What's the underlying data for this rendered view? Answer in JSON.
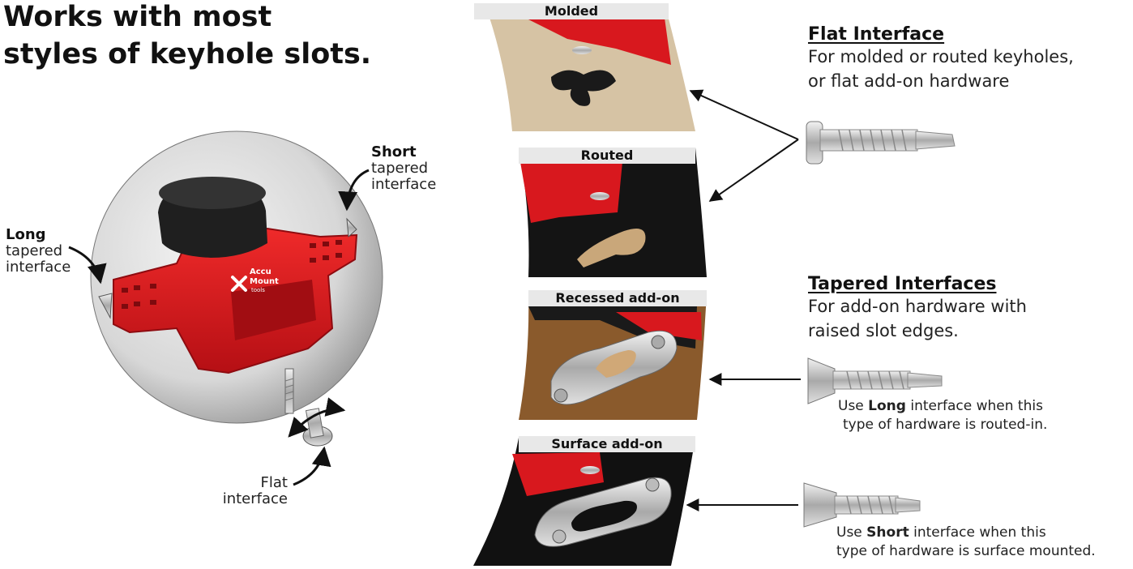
{
  "headline": {
    "line1": "Works with most",
    "line2": "styles of keyhole slots."
  },
  "product": {
    "logo_line1": "Accu",
    "logo_line2": "Mount",
    "logo_line3": "tools"
  },
  "callouts": {
    "short": {
      "bold": "Short",
      "line2": "tapered",
      "line3": "interface"
    },
    "long": {
      "bold": "Long",
      "line2": "tapered",
      "line3": "interface"
    },
    "flat": {
      "line1": "Flat",
      "line2": "interface"
    }
  },
  "panels": [
    {
      "label": "Molded"
    },
    {
      "label": "Routed"
    },
    {
      "label": "Recessed add-on"
    },
    {
      "label": "Surface add-on"
    }
  ],
  "flat_section": {
    "title": "Flat Interface",
    "desc_line1": "For molded or routed keyholes,",
    "desc_line2": "or flat add-on hardware"
  },
  "tapered_section": {
    "title": "Tapered Interfaces",
    "desc_line1": "For add-on hardware with",
    "desc_line2": "raised slot edges."
  },
  "notes": {
    "long": {
      "pre": "Use ",
      "bold": "Long",
      "post": " interface when this",
      "line2": "type of hardware is routed-in."
    },
    "short": {
      "pre": "Use ",
      "bold": "Short",
      "post": " interface when this",
      "line2": "type of hardware is surface mounted."
    }
  },
  "colors": {
    "product_red": "#d8181e",
    "knob_black": "#1f1f1f",
    "sphere_grey": "#d9d9d9",
    "wood_tan": "#c9a77a",
    "panel_label_bg": "#e8e8e8"
  }
}
